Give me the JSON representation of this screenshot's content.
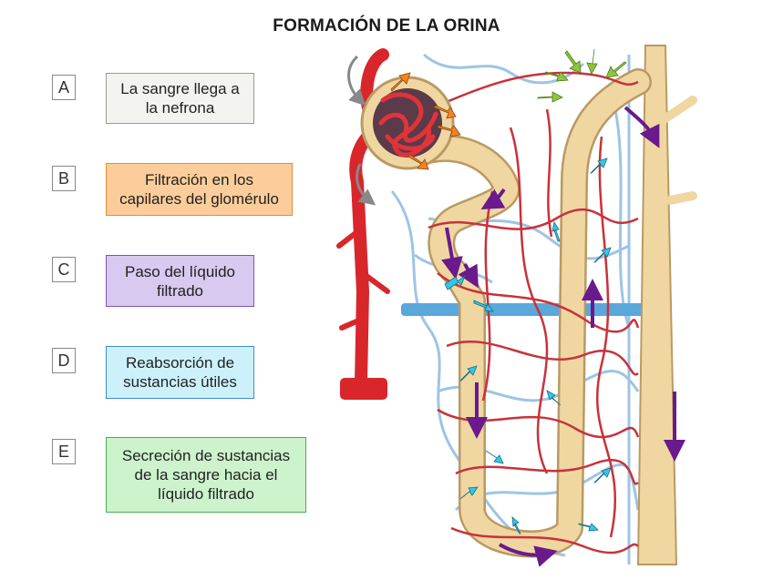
{
  "title": "FORMACIÓN DE LA ORINA",
  "steps": [
    {
      "letter": "A",
      "text": "La sangre llega a\nla nefrona",
      "border": "#9a9a9a",
      "fill": "#f3f3ef"
    },
    {
      "letter": "B",
      "text": "Filtración en los\ncapilares del glomérulo",
      "border": "#e98a34",
      "fill": "#fccd9a"
    },
    {
      "letter": "C",
      "text": "Paso del líquido\nfiltrado",
      "border": "#7b55b8",
      "fill": "#d7c9ef"
    },
    {
      "letter": "D",
      "text": "Reabsorción de\nsustancias útiles",
      "border": "#3b8ec6",
      "fill": "#cdf1fb"
    },
    {
      "letter": "E",
      "text": "Secreción de sustancias\nde la sangre hacia el\nlíquido filtrado",
      "border": "#46b04f",
      "fill": "#cdf3cd"
    }
  ],
  "colors": {
    "artery": "#d8262b",
    "vein": "#9ec4e4",
    "tubule": "#f0d7a2",
    "tubule_edge": "#b99a63",
    "filtration_arrow": "#f58220",
    "flow_arrow": "#6a1a8c",
    "reabsorption_arrow": "#32c8e8",
    "secretion_arrow": "#8cc63f",
    "blood_arrow": "#888888"
  }
}
